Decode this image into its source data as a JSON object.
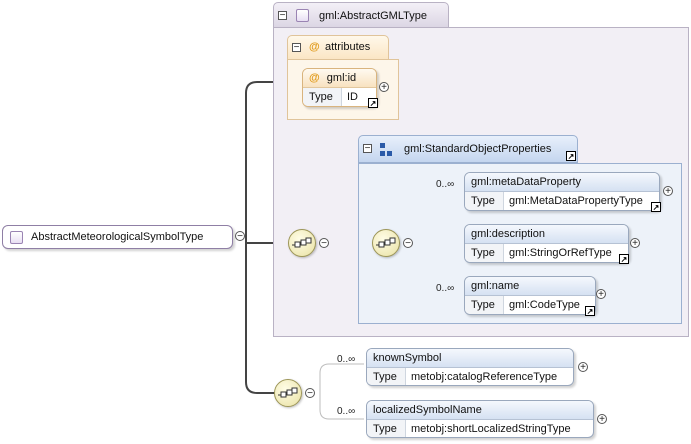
{
  "root": {
    "label": "AbstractMeteorologicalSymbolType"
  },
  "base_type": {
    "label": "gml:AbstractGMLType",
    "attributes": {
      "heading": "attributes",
      "items": [
        {
          "name": "gml:id",
          "type_key": "Type",
          "type": "ID"
        }
      ]
    },
    "group": {
      "label": "gml:StandardObjectProperties",
      "elements": [
        {
          "name": "gml:metaDataProperty",
          "type_key": "Type",
          "type": "gml:MetaDataPropertyType",
          "cardinality": "0..∞"
        },
        {
          "name": "gml:description",
          "type_key": "Type",
          "type": "gml:StringOrRefType",
          "cardinality": ""
        },
        {
          "name": "gml:name",
          "type_key": "Type",
          "type": "gml:CodeType",
          "cardinality": "0..∞"
        }
      ]
    }
  },
  "elements": [
    {
      "name": "knownSymbol",
      "type_key": "Type",
      "type": "metobj:catalogReferenceType",
      "cardinality": "0..∞"
    },
    {
      "name": "localizedSymbolName",
      "type_key": "Type",
      "type": "metobj:shortLocalizedStringType",
      "cardinality": "0..∞"
    }
  ],
  "glyphs": {
    "collapse": "−",
    "expand": "+",
    "reference": "↗",
    "at": "@"
  }
}
